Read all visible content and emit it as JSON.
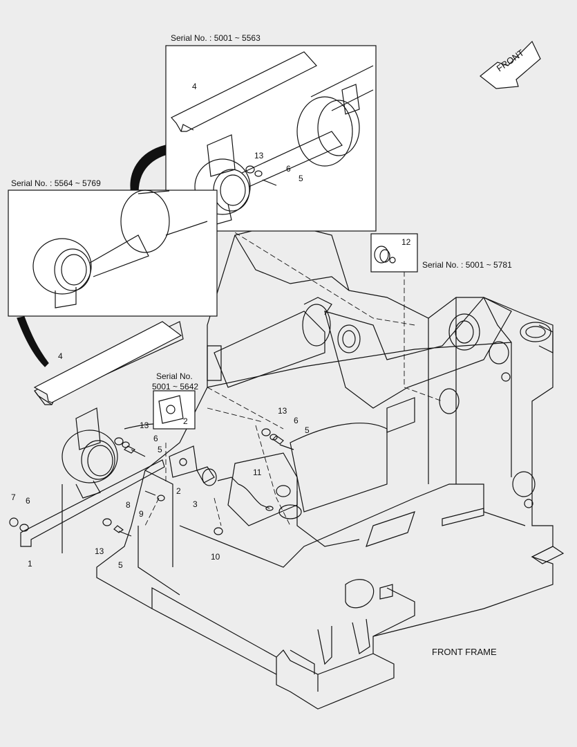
{
  "diagram": {
    "serial_top": "Serial No. : 5001 ~ 5563",
    "serial_left": "Serial No. : 5564 ~ 5769",
    "serial_right": "Serial No. : 5001 ~ 5781",
    "serial_small_line1": "Serial No.",
    "serial_small_line2": "5001 ~ 5642",
    "front_arrow_text": "FRONT",
    "frame_title": "FRONT FRAME",
    "callouts": [
      "1",
      "2",
      "2",
      "3",
      "4",
      "4",
      "5",
      "5",
      "5",
      "5",
      "6",
      "6",
      "6",
      "6",
      "7",
      "8",
      "9",
      "10",
      "11",
      "12",
      "13",
      "13",
      "13",
      "13"
    ]
  },
  "colors": {
    "background": "#ededed",
    "line": "#111111",
    "panel": "#ffffff"
  }
}
